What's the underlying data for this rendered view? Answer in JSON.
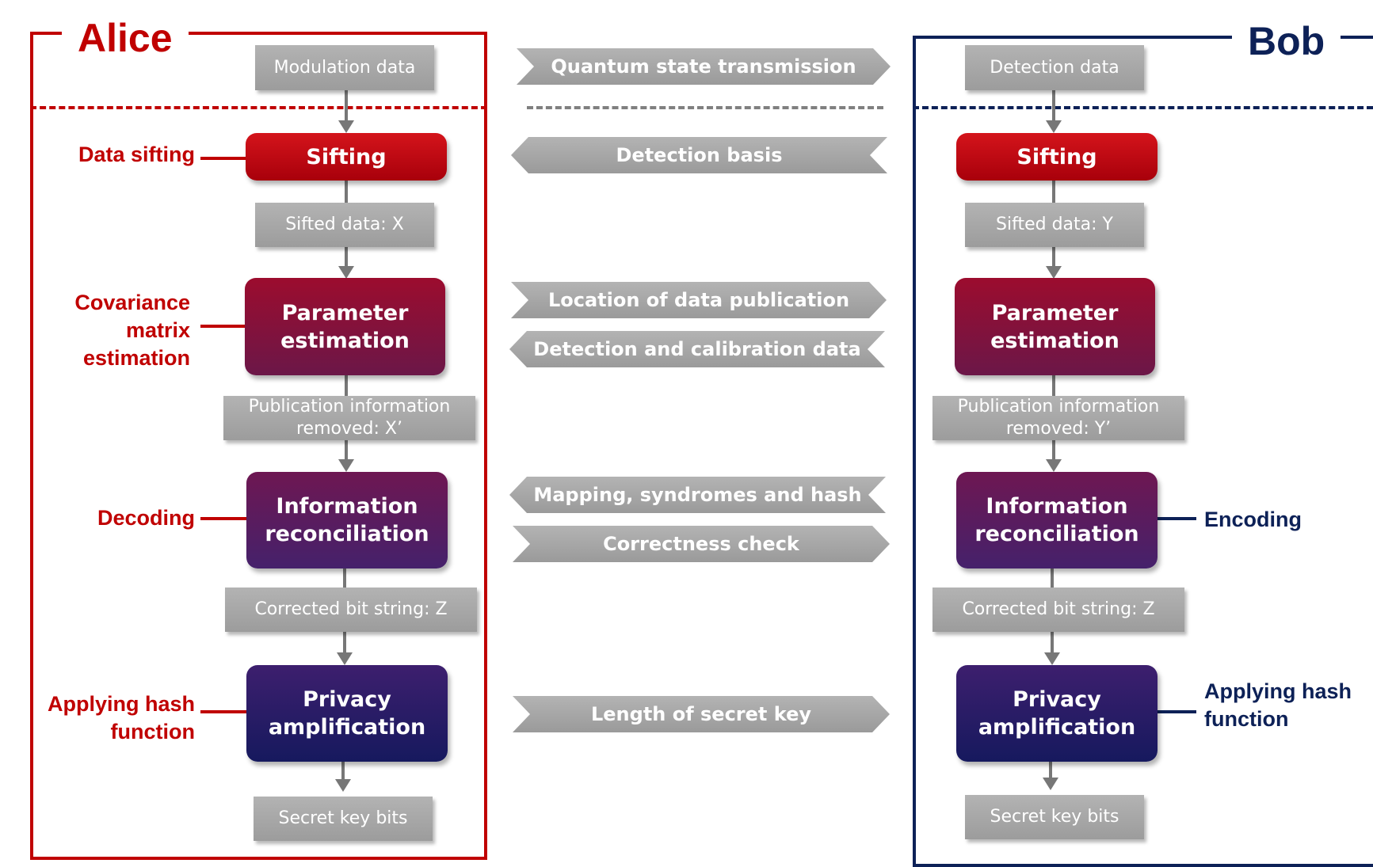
{
  "alice": {
    "title": "Alice",
    "modulation_data": "Modulation data",
    "sifting": "Sifting",
    "sifted_data": "Sifted data: X",
    "parameter_estimation": "Parameter estimation",
    "publication_info": "Publication information removed: X’",
    "information_reconciliation": "Information reconciliation",
    "corrected_bits": "Corrected bit string: Z",
    "privacy_amplification": "Privacy amplification",
    "secret_key": "Secret key bits",
    "labels": {
      "data_sifting": "Data sifting",
      "covariance": "Covariance matrix estimation",
      "decoding": "Decoding",
      "hash": "Applying hash function"
    }
  },
  "bob": {
    "title": "Bob",
    "detection_data": "Detection data",
    "sifting": "Sifting",
    "sifted_data": "Sifted data: Y",
    "parameter_estimation": "Parameter estimation",
    "publication_info": "Publication information removed: Y’",
    "information_reconciliation": "Information reconciliation",
    "corrected_bits": "Corrected bit string: Z",
    "privacy_amplification": "Privacy amplification",
    "secret_key": "Secret key bits",
    "labels": {
      "encoding": "Encoding",
      "hash": "Applying hash function"
    }
  },
  "channel": {
    "quantum_state": "Quantum state transmission",
    "detection_basis": "Detection basis",
    "location_publication": "Location of data publication",
    "detection_calibration": "Detection and calibration data",
    "mapping_syndromes": "Mapping, syndromes and hash",
    "correctness_check": "Correctness check",
    "secret_key_length": "Length of secret key"
  },
  "colors": {
    "alice_red": "#c00000",
    "bob_navy": "#0d2157",
    "gray_box": "#a6a6a6"
  }
}
